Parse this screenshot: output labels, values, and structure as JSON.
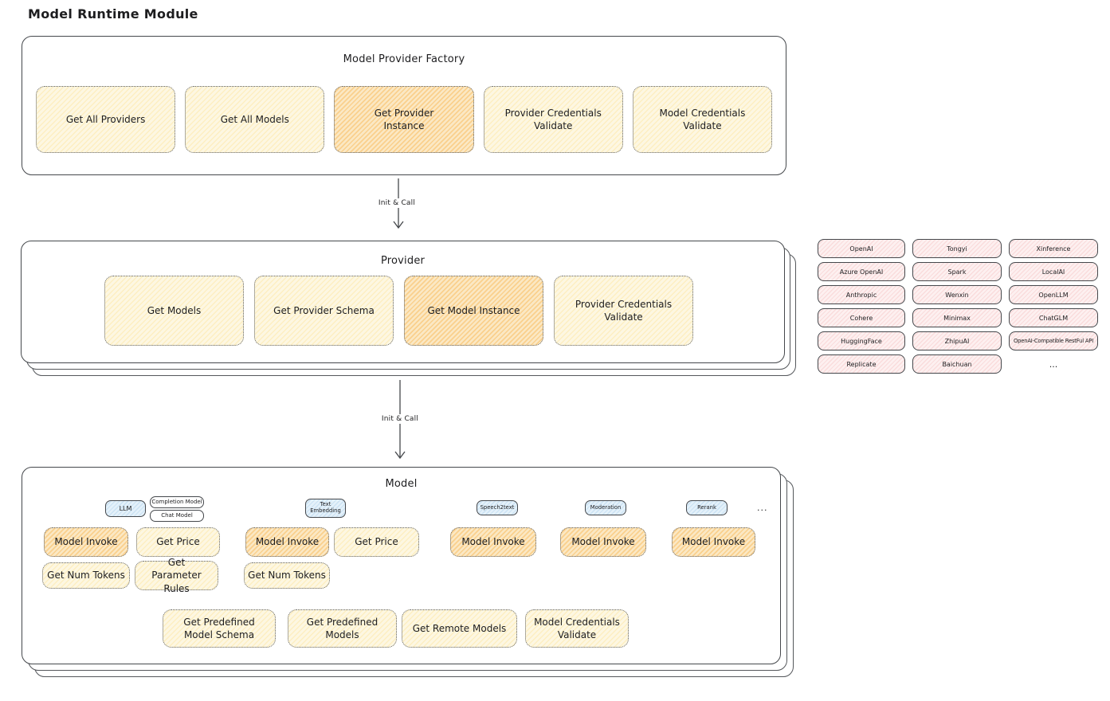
{
  "page": {
    "title": "Model Runtime Module"
  },
  "factory": {
    "title": "Model Provider Factory",
    "items": [
      {
        "label": "Get All Providers"
      },
      {
        "label": "Get All Models"
      },
      {
        "label": "Get Provider Instance"
      },
      {
        "label": "Provider Credentials Validate"
      },
      {
        "label": "Model Credentials Validate"
      }
    ]
  },
  "arrows": {
    "factory_to_provider": "Init & Call",
    "provider_to_model": "Init & Call"
  },
  "provider": {
    "title": "Provider",
    "items": [
      {
        "label": "Get Models"
      },
      {
        "label": "Get Provider Schema"
      },
      {
        "label": "Get Model Instance"
      },
      {
        "label": "Provider Credentials Validate"
      }
    ]
  },
  "providers_list": {
    "columns": [
      [
        "OpenAI",
        "Azure OpenAI",
        "Anthropic",
        "Cohere",
        "HuggingFace",
        "Replicate"
      ],
      [
        "Tongyi",
        "Spark",
        "Wenxin",
        "Minimax",
        "ZhipuAI",
        "Baichuan"
      ],
      [
        "Xinference",
        "LocalAI",
        "OpenLLM",
        "ChatGLM",
        "OpenAI-Compatible RestFul API",
        "..."
      ]
    ]
  },
  "model": {
    "title": "Model",
    "tags": {
      "llm": "LLM",
      "completion_model": "Completion Model",
      "chat_model": "Chat Model",
      "text_embedding": "Text Embedding",
      "speech2text": "Speech2text",
      "moderation": "Moderation",
      "rerank": "Rerank",
      "more": "..."
    },
    "boxes": {
      "llm_model_invoke": "Model Invoke",
      "llm_get_price": "Get Price",
      "llm_get_num_tokens": "Get Num Tokens",
      "llm_get_parameter_rules": "Get Parameter Rules",
      "embedding_model_invoke": "Model Invoke",
      "embedding_get_price": "Get Price",
      "embedding_get_num_tokens": "Get Num Tokens",
      "speech2text_model_invoke": "Model Invoke",
      "moderation_model_invoke": "Model Invoke",
      "rerank_model_invoke": "Model Invoke",
      "get_predefined_model_schema": "Get Predefined Model Schema",
      "get_predefined_models": "Get Predefined Models",
      "get_remote_models": "Get Remote Models",
      "model_credentials_validate": "Model Credentials Validate"
    }
  },
  "colors": {
    "highlight_fill": "#f9dba6",
    "yellow_fill": "#fdf7e2",
    "pink_fill": "#fdf0f0",
    "blue_fill": "#e4f1fa",
    "stroke": "#45484c",
    "text": "#1d1d1f"
  }
}
